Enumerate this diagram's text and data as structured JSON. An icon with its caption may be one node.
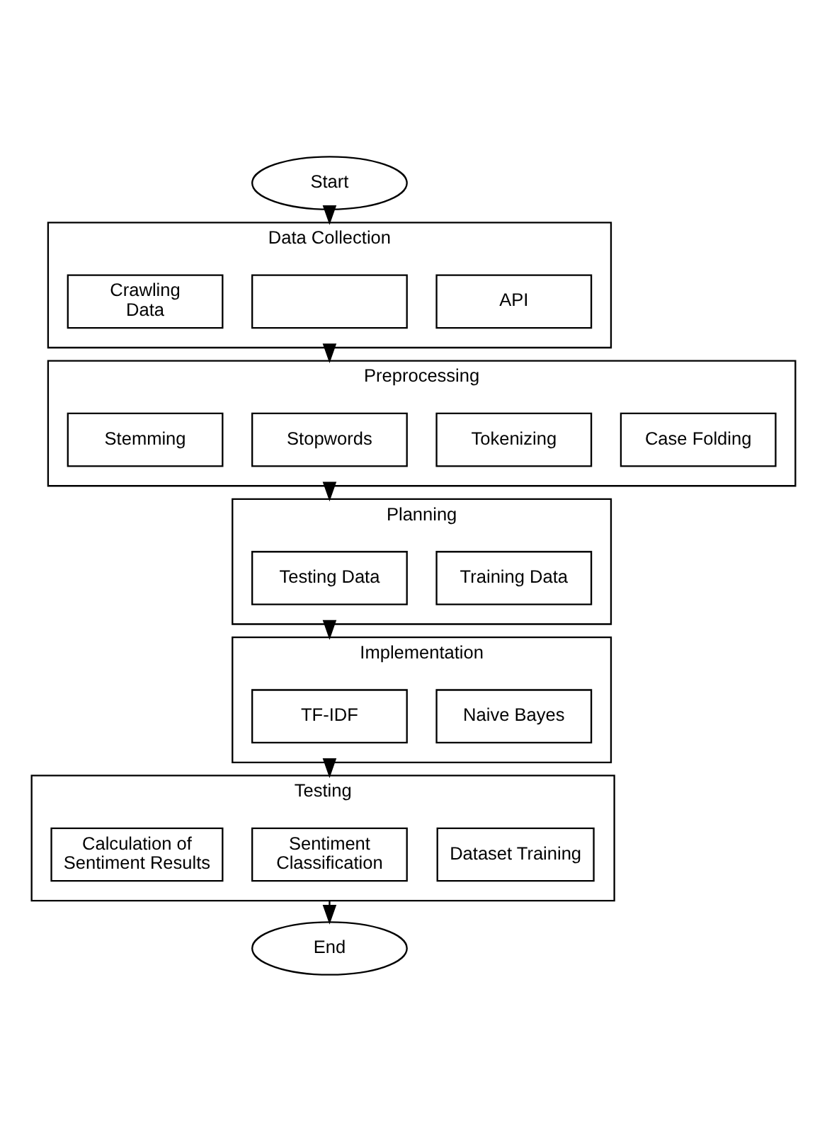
{
  "diagram": {
    "nodes": [
      {
        "text": [
          "Start"
        ]
      },
      {
        "text": [
          "Data Collection"
        ]
      },
      {
        "text": [
          "API"
        ],
        "in": 1
      },
      {
        "text": [],
        "shape": "box",
        "in": 1
      },
      {
        "text": [
          "Crawling Data"
        ],
        "in": 1
      },
      {
        "text": [
          "Preprocessing"
        ]
      },
      {
        "text": [
          "Case Folding"
        ],
        "in": 5
      },
      {
        "text": [
          "Tokenizing"
        ],
        "in": 5
      },
      {
        "text": [
          "Stopwords"
        ],
        "in": 5
      },
      {
        "text": [
          "Stemming"
        ],
        "in": 5
      },
      {
        "text": [
          "Planning"
        ]
      },
      {
        "text": [
          "Training Data"
        ],
        "in": 10
      },
      {
        "text": [
          "Testing Data"
        ],
        "in": 10
      },
      {
        "text": [
          "Implementation"
        ]
      },
      {
        "text": [
          "Naive Bayes"
        ],
        "in": 13
      },
      {
        "text": [
          "TF-IDF"
        ],
        "in": 13
      },
      {
        "text": [
          "Testing"
        ]
      },
      {
        "text": [
          "Dataset Training"
        ],
        "in": 16
      },
      {
        "text": [
          "Sentiment Classification"
        ],
        "in": 16
      },
      {
        "text": [
          "Calculation of Sentiment Results"
        ],
        "in": 16
      },
      {
        "text": [
          "End"
        ]
      }
    ],
    "edges": [
      {
        "from": 0,
        "to": 1,
        "arrow": "to"
      },
      {
        "from": 1,
        "to": 5,
        "arrow": "to"
      },
      {
        "from": 5,
        "to": 10,
        "arrow": "to"
      },
      {
        "from": 10,
        "to": 13,
        "arrow": "to"
      },
      {
        "from": 13,
        "to": 16,
        "arrow": "to"
      },
      {
        "from": 16,
        "to": 20,
        "arrow": "to"
      }
    ]
  }
}
